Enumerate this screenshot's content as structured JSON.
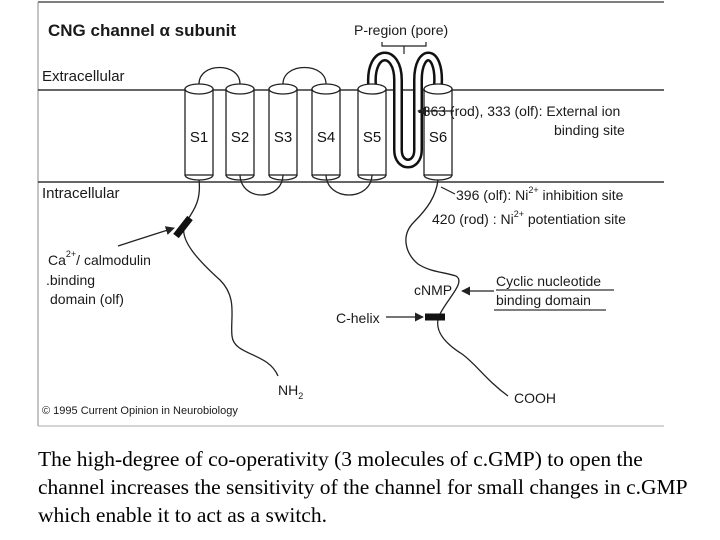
{
  "diagram": {
    "title": "CNG channel α subunit",
    "pore_label": "P-region (pore)",
    "extracellular": "Extracellular",
    "intracellular": "Intracellular",
    "segments": [
      "S1",
      "S2",
      "S3",
      "S4",
      "S5",
      "S6"
    ],
    "external_site_line1": "-363 (rod), 333 (olf): External ion",
    "external_site_line2": "binding site",
    "ni_inhibition_a": "396 (olf): Ni",
    "ni_inhibition_sup": "2+",
    "ni_inhibition_b": " inhibition site",
    "ni_potentiation_a": "420  (rod) : Ni",
    "ni_potentiation_sup": "2+",
    "ni_potentiation_b": " potentiation site",
    "calmodulin_ca": "Ca",
    "calmodulin_sup": "2+",
    "calmodulin_a": "/ calmodulin",
    "calmodulin_b": ".binding",
    "calmodulin_c": "domain (olf)",
    "cnmp": "cNMP",
    "cyclic_line1": "Cyclic nucleotide",
    "cyclic_line2": "binding domain",
    "c_helix": "C-helix",
    "nh2_main": "NH",
    "nh2_sub": "2",
    "cooh": "COOH",
    "copyright": "© 1995 Current Opinion in Neurobiology"
  },
  "caption": "The high-degree of co-operativity (3 molecules of c.GMP) to open the channel increases the sensitivity of the channel for small changes in c.GMP which enable it to act as a switch."
}
